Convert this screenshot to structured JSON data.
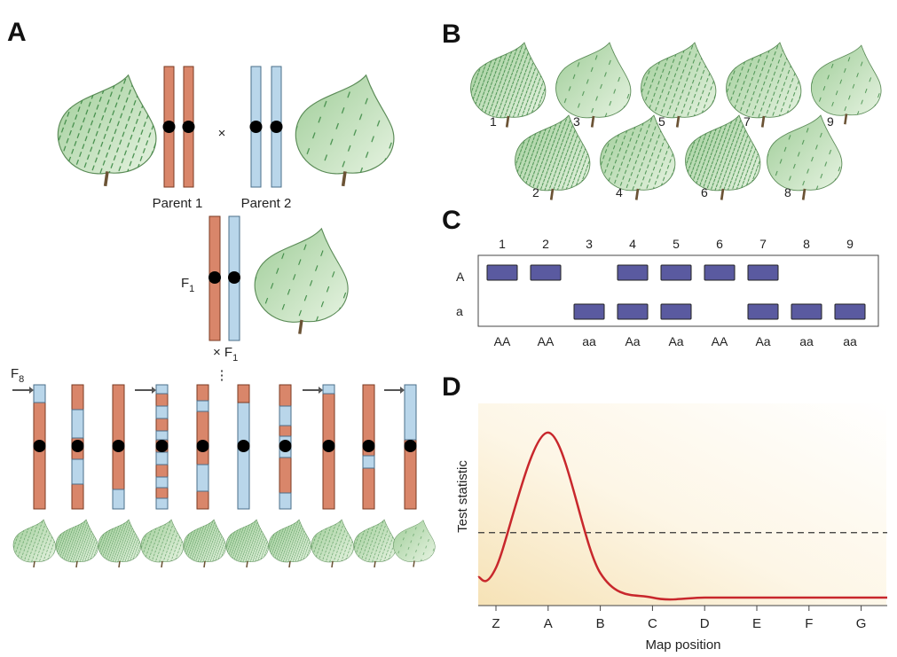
{
  "panels": {
    "a": "A",
    "b": "B",
    "c": "C",
    "d": "D"
  },
  "panel_a": {
    "parent1_label": "Parent 1",
    "parent2_label": "Parent 2",
    "cross_symbol": "×",
    "f1_label": "F",
    "f1_sub": "1",
    "cross_f1_label": "× F",
    "cross_f1_sub": "1",
    "ellipsis": "⋮",
    "f8_label": "F",
    "f8_sub": "8",
    "colors": {
      "parent1": "#d9866a",
      "parent2": "#b9d6ea",
      "leaf": "#bfe0b8",
      "leaf_dark": "#7fb27a",
      "centromere": "#000000"
    }
  },
  "panel_b": {
    "plant_numbers": [
      "1",
      "3",
      "5",
      "7",
      "9",
      "2",
      "4",
      "6",
      "8"
    ]
  },
  "panel_c": {
    "columns": [
      "1",
      "2",
      "3",
      "4",
      "5",
      "6",
      "7",
      "8",
      "9"
    ],
    "row_labels": [
      "A",
      "a"
    ],
    "band_A": [
      true,
      true,
      false,
      true,
      true,
      true,
      true,
      false,
      false
    ],
    "band_a": [
      false,
      false,
      true,
      true,
      true,
      false,
      true,
      true,
      true
    ],
    "genotypes": [
      "AA",
      "AA",
      "aa",
      "Aa",
      "Aa",
      "AA",
      "Aa",
      "aa",
      "aa"
    ],
    "band_color": "#5a5aa0"
  },
  "panel_d": {
    "chart_data": {
      "type": "line",
      "xlabel": "Map position",
      "ylabel": "Test statistic",
      "categories": [
        "Z",
        "A",
        "B",
        "C",
        "D",
        "E",
        "F",
        "G"
      ],
      "series": [
        {
          "values": [
            0.18,
            0.95,
            0.15,
            0.01,
            0.01,
            0.01,
            0.01,
            0.01
          ]
        }
      ],
      "threshold": 0.38,
      "ylim": [
        0,
        1
      ],
      "line_color": "#c8272c"
    }
  }
}
